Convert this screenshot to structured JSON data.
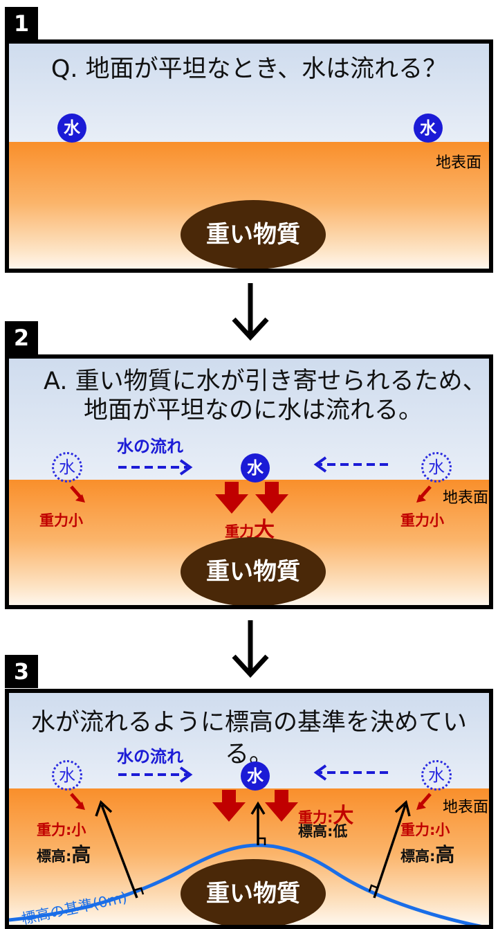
{
  "panel1": {
    "number": "1",
    "question": "Q. 地面が平坦なとき、水は流れる？",
    "water_glyph": "水",
    "surface_label": "地表面",
    "mass_label": "重い物質"
  },
  "panel2": {
    "number": "2",
    "answer_line1": "A. 重い物質に水が引き寄せられるため、",
    "answer_line2": "地面が平坦なのに水は流れる。",
    "water_glyph": "水",
    "flow_label": "水の流れ",
    "surface_label": "地表面",
    "gravity_small": "重力小",
    "gravity_large_prefix": "重力",
    "gravity_large_suffix": "大",
    "mass_label": "重い物質"
  },
  "panel3": {
    "number": "3",
    "statement": "水が流れるように標高の基準を決めている。",
    "water_glyph": "水",
    "flow_label": "水の流れ",
    "surface_label": "地表面",
    "gravity_small": "重力:小",
    "gravity_large_prefix": "重力:",
    "gravity_large_suffix": "大",
    "elevation_prefix": "標高:",
    "elevation_high": "高",
    "elevation_low": "低",
    "datum_label": "標高の基準(0m)",
    "mass_label": "重い物質"
  },
  "colors": {
    "water": "#1b1bd6",
    "gravity_arrow": "#c00000",
    "datum_line": "#1a6ee8",
    "mass": "#4a2808",
    "ground_top": "#f98f2b"
  },
  "icons": {
    "flow_right": "dashed-arrow-right-icon",
    "flow_left": "dashed-arrow-left-icon",
    "gravity": "gravity-arrow-icon",
    "normal": "normal-arrow-icon",
    "transition": "down-arrow-icon"
  }
}
